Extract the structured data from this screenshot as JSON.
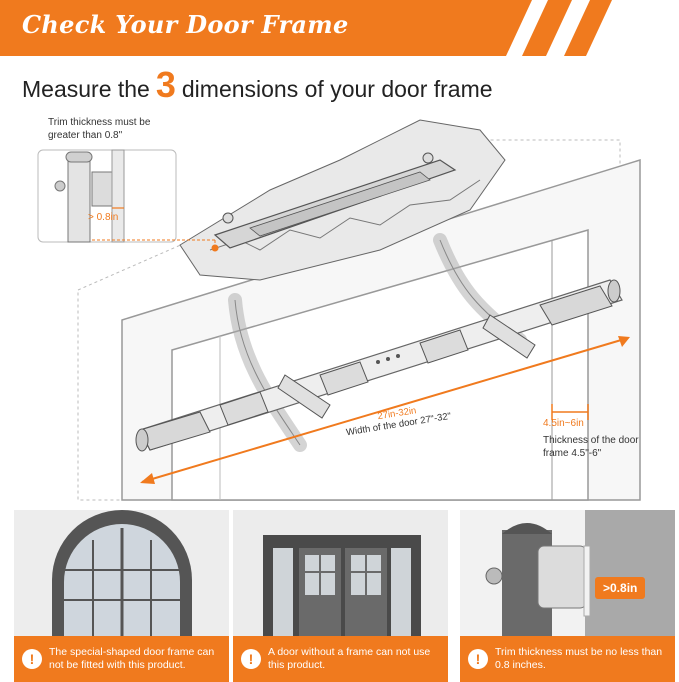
{
  "header": {
    "title": "Check Your Door Frame"
  },
  "headline": {
    "prefix": "Measure the",
    "number": "3",
    "suffix": "dimensions of your door frame"
  },
  "annotations": {
    "trim_note": "Trim thickness must be greater than 0.8\"",
    "trim_value": "> 0.8in",
    "width_range": "27in-32in",
    "width_note": "Width of the door 27\"-32\"",
    "thickness_range": "4.5in~6in",
    "thickness_note": "Thickness of the door frame 4.5\"-6\""
  },
  "panels": [
    {
      "caption": "The special-shaped door frame can not be fitted with this product.",
      "icon": "warning-icon"
    },
    {
      "caption": "A door without a frame can not use this product.",
      "icon": "warning-icon"
    },
    {
      "caption": "Trim thickness must be no less than 0.8 inches.",
      "icon": "warning-icon",
      "tag": ">0.8in"
    }
  ],
  "colors": {
    "accent": "#f07a1e",
    "frame_gray": "#888888"
  }
}
